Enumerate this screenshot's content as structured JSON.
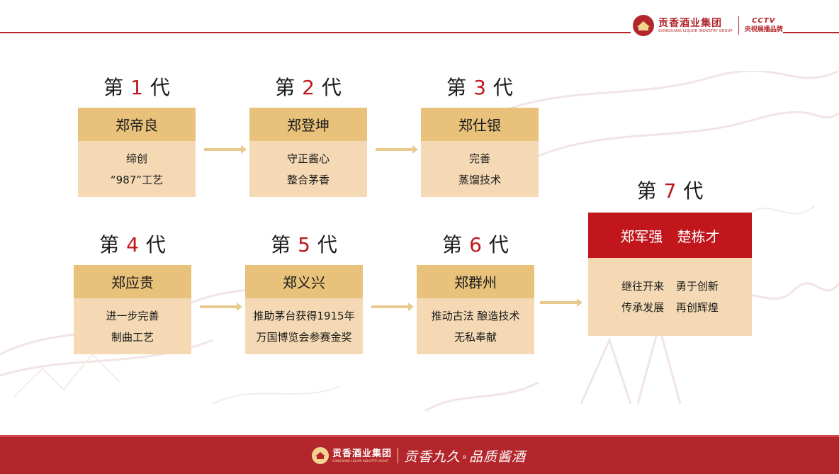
{
  "header": {
    "brand_cn": "贡香酒业集团",
    "brand_en": "GONGXIANG LIQUOR INDUSTRY GROUP",
    "cctv": "CCTV",
    "cctv_sub": "央视展播品牌"
  },
  "generations": [
    {
      "prefix": "第",
      "num": "1",
      "suffix": "代",
      "name": "郑帝良",
      "lines": [
        "缔创",
        "“987”工艺"
      ]
    },
    {
      "prefix": "第",
      "num": "2",
      "suffix": "代",
      "name": "郑登坤",
      "lines": [
        "守正酱心",
        "整合茅香"
      ]
    },
    {
      "prefix": "第",
      "num": "3",
      "suffix": "代",
      "name": "郑仕银",
      "lines": [
        "完善",
        "蒸馏技术"
      ]
    },
    {
      "prefix": "第",
      "num": "4",
      "suffix": "代",
      "name": "郑应贵",
      "lines": [
        "进一步完善",
        "制曲工艺"
      ]
    },
    {
      "prefix": "第",
      "num": "5",
      "suffix": "代",
      "name": "郑义兴",
      "lines": [
        "推助茅台获得1915年",
        "万国博览会参赛金奖"
      ]
    },
    {
      "prefix": "第",
      "num": "6",
      "suffix": "代",
      "name": "郑群州",
      "lines": [
        "推动古法 酿造技术",
        "无私奉献"
      ]
    },
    {
      "prefix": "第",
      "num": "7",
      "suffix": "代",
      "name": "郑军强 楚栋才",
      "lines": [
        "继往开来 勇于创新",
        "传承发展 再创辉煌"
      ]
    }
  ],
  "footer": {
    "brand_cn": "贡香酒业集团",
    "brand_en": "GONGXIANG LIQUOR INDUSTRY GROUP",
    "slogan_a": "贡香九久",
    "mark": "®",
    "slogan_b": "品质酱酒"
  },
  "colors": {
    "accent": "#b3262b",
    "number_red": "#c0161c",
    "head_gold": "#e8c27a",
    "body_peach": "#f4d9b4"
  }
}
